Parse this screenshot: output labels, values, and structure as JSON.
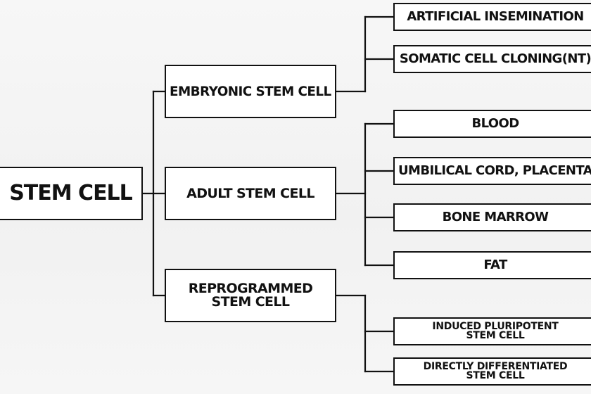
{
  "diagram": {
    "root": {
      "label": "STEM CELL"
    },
    "categories": [
      {
        "label": "EMBRYONIC STEM CELL",
        "children": [
          {
            "label": "ARTIFICIAL INSEMINATION"
          },
          {
            "label": "SOMATIC CELL CLONING(NT)"
          }
        ]
      },
      {
        "label": "ADULT STEM CELL",
        "children": [
          {
            "label": "BLOOD"
          },
          {
            "label": "UMBILICAL CORD, PLACENTA"
          },
          {
            "label": "BONE MARROW"
          },
          {
            "label": "FAT"
          }
        ]
      },
      {
        "label": "REPROGRAMMED\nSTEM CELL",
        "children": [
          {
            "label": "INDUCED PLURIPOTENT\nSTEM CELL"
          },
          {
            "label": "DIRECTLY DIFFERENTIATED\nSTEM CELL"
          }
        ]
      }
    ]
  }
}
